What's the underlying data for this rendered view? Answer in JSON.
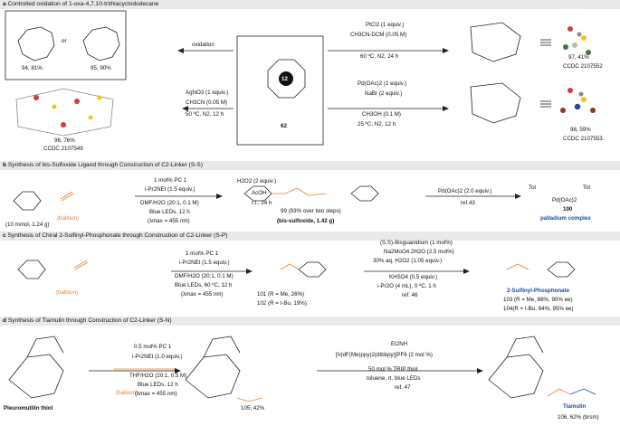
{
  "panels": {
    "a": {
      "label": "a",
      "title": "Controlled oxidation of 1-oxa-4,7,10-trithiacyclododecane",
      "oxidation": "oxidation",
      "or": "or",
      "c94": "94, 81%",
      "c95": "95, 90%",
      "c96": "96, 76%",
      "ccdc96": "CCDC 2107549",
      "c62": "62",
      "ring": "12",
      "agno3_1": "AgNO3 (1 equiv.)",
      "agno3_2": "CH3CN (0.05 M)",
      "agno3_3": "50 ºC, N2, 12 h",
      "ptcl_1": "PtCl2 (1 equiv.)",
      "ptcl_2": "CH3CN-DCM (0.05 M)",
      "ptcl_3": "60 ºC, N2, 24 h",
      "pd_1": "Pd(OAc)2 (1 equiv.)",
      "pd_2": "NaBr (2 equiv.)",
      "pd_3": "CH3OH (0.1 M)",
      "pd_4": "25 ºC, N2, 12 h",
      "c97": "97, 41%",
      "ccdc97": "CCDC 2107552",
      "c98": "98, 59%",
      "ccdc98": "CCDC 2107553."
    },
    "b": {
      "label": "b",
      "title": "Synthesis of bis-Sulfoxide Ligand through Construction of C2-Linker (S-S)",
      "balloon": "(balloon)",
      "scale": "(10 mmol, 1.24 g)",
      "cond1": "1 mol% PC 1",
      "cond2": "i-Pr2NEt (1.5 equiv.)",
      "cond3": "DMF/H2O (20:1, 0.1 M)",
      "cond4": "Blue LEDs, 12 h",
      "cond5": "(λmax = 455 nm)",
      "h2o2_1": "H2O2 (2 equiv.)",
      "h2o2_2": "AcOH",
      "h2o2_3": "r.t., 24 h",
      "c99": "99 (93% over two steps)",
      "c99b": "(bis-sulfoxide, 1.42 g)",
      "pd1": "Pd(OAc)2 (2.0 equiv.)",
      "pd2": "ref.43",
      "c100": "100",
      "pdcomplex": "palladium complex",
      "pdlabel": "Pd(OAc)2",
      "tol": "Tol"
    },
    "c": {
      "label": "c",
      "title": "Synthesis of Chiral 2-Sulfinyl-Phosphonate through Construction of C2-Linker (S-P)",
      "balloon": "(balloon)",
      "cond1": "1 mol% PC 1",
      "cond2": "i-Pr2NEt (1.5 equiv.)",
      "cond3": "DMF/H2O (20:1, 0.1 M)",
      "cond4": "Blue LEDs, 60 ºC, 12 h",
      "cond5": "(λmax = 455 nm)",
      "c101": "101 (R = Me, 26%)",
      "c102": "102 (R = t-Bu, 19%).",
      "ox1": "(S,S)-Bisguanidium (1 mol%)",
      "ox2": "Na2MoO4.2H2O (2.5 mol%)",
      "ox3": "30% aq. H2O2 (1.05 equiv.)",
      "ox4": "KHSO4 (0.5 equiv.)",
      "ox5": "i-Pr2O (4 mL), 0 ºC, 1 h",
      "ox6": "ref. 46",
      "prod": "2-Sulfinyl-Phosphonate",
      "c103": "103 (R = Me, 88%, 90% ee)",
      "c104": "104(R = t-Bu, 84%, 95% ee)"
    },
    "d": {
      "label": "d",
      "title": "Synthesis of Tiamulin through Construction of C2-Linker (S-N)",
      "thiol": "Pleuromutilin thiol",
      "balloon": "(balloon)",
      "cond1": "0.5 mol% PC 1",
      "cond2": "i-Pr2NEt (1.0 equiv.)",
      "cond3": "THF/H2O (20:1, 0.5 M)",
      "cond4": "Blue LEDs, 12 h",
      "cond5": "(λmax = 455 nm)",
      "c105": "105, 42%",
      "et1": "Et2NH",
      "et2": "[Ir(dF(Me)ppy)2(dtbbpy)]PF6 (2 mol %)",
      "et3": "50 mol % TRIP thiol",
      "et4": "toluene, rt. blue LEDs",
      "et5": "ref. 47",
      "tiamulin": "Tiamulin",
      "c106": "106, 62% (brsm)"
    }
  },
  "colors": {
    "accent_orange": "#e8822e",
    "accent_blue": "#1f4aa8",
    "header_bg": "#e9e9e9"
  }
}
